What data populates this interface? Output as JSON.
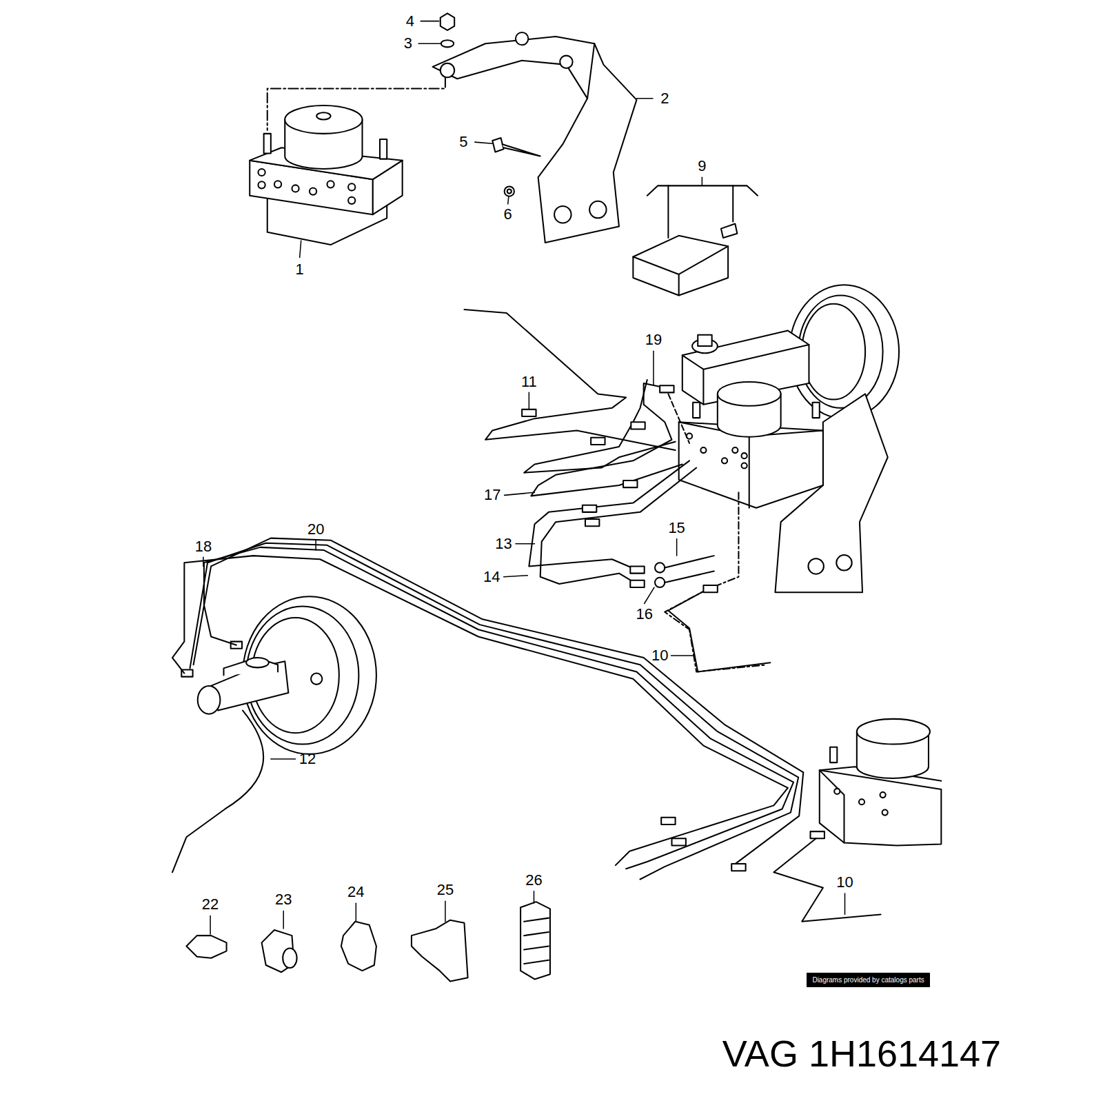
{
  "diagram": {
    "nodes": [
      {
        "text": [
          "Diagrams provided by catalogs parts"
        ]
      }
    ],
    "labels": [
      "4",
      "3",
      "2",
      "5",
      "6",
      "1",
      "9",
      "19",
      "11",
      "17",
      "13",
      "15",
      "14",
      "16",
      "10",
      "20",
      "18",
      "12",
      "10",
      "22",
      "23",
      "24",
      "25",
      "26",
      "VAG 1H1614147"
    ]
  }
}
